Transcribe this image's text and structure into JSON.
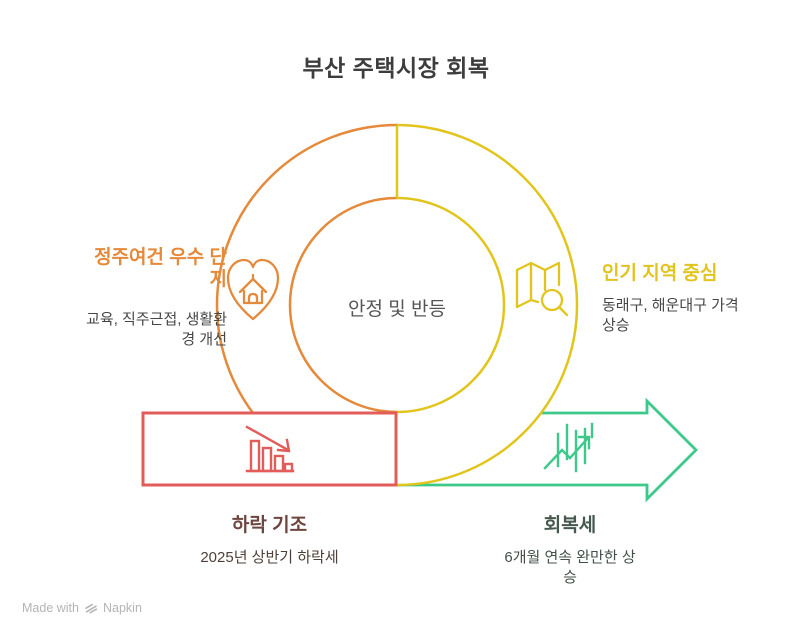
{
  "title": "부산 주택시장 회복",
  "center_label": "안정 및 반등",
  "sections": {
    "left": {
      "title_lines": [
        "정주여건 우수 단",
        "지"
      ],
      "subtitle_lines": [
        "교육, 직주근접, 생활환",
        "경 개선"
      ],
      "icon": "heart-house-icon"
    },
    "right": {
      "title": "인기 지역 중심",
      "subtitle_lines": [
        "동래구, 해운대구 가격",
        "상승"
      ],
      "icon": "map-search-icon"
    },
    "bottom_left": {
      "title": "하락 기조",
      "subtitle": "2025년 상반기 하락세",
      "icon": "declining-bars-icon"
    },
    "bottom_right": {
      "title": "회복세",
      "subtitle_lines": [
        "6개월 연속 완만한 상",
        "승"
      ],
      "icon": "rising-stock-icon"
    }
  },
  "footer": {
    "made_with": "Made with",
    "brand": "Napkin"
  },
  "colors": {
    "orange": "#e5893a",
    "yellow": "#e2c51c",
    "red": "#e25d5a",
    "green": "#3dc98b",
    "brick": "#6f463f",
    "brick-sub": "#4f3f39",
    "deep-green": "#46594e",
    "deep-green-sub": "#445148"
  }
}
